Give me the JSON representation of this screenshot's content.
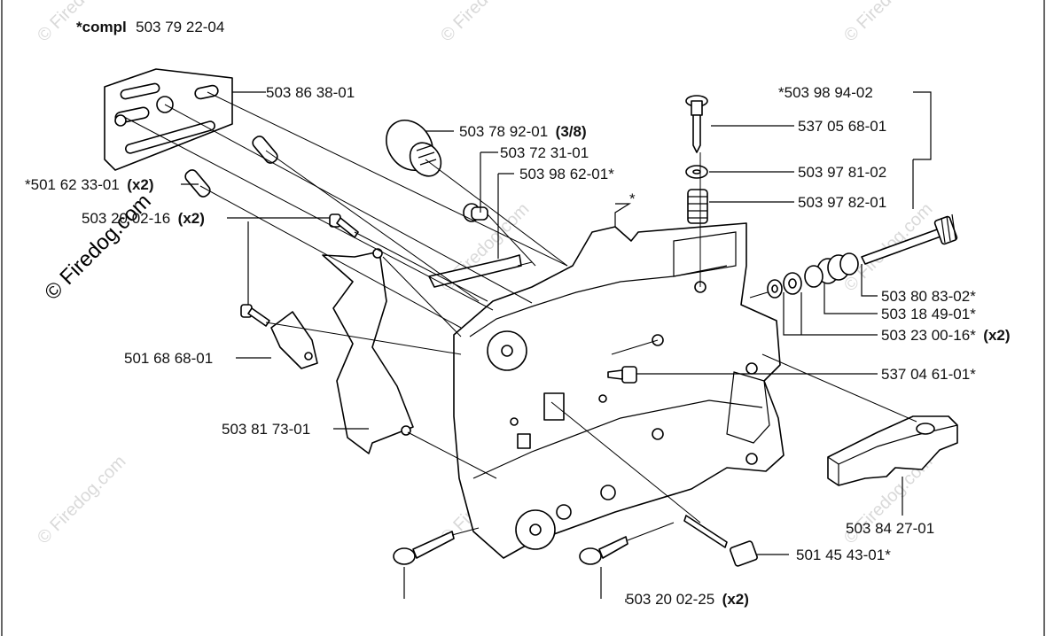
{
  "title": {
    "prefix": "*compl",
    "number": "503 79 22-04"
  },
  "watermark": "© Firedog.com",
  "labels": [
    {
      "id": "bar-plate",
      "number": "503 86 38-01",
      "qty": ""
    },
    {
      "id": "chain-tensioner-knob",
      "number": "503 78 92-01",
      "qty": "(3/8)"
    },
    {
      "id": "guide-pin",
      "number": "503 72 31-01",
      "qty": ""
    },
    {
      "id": "guide-slide",
      "number": "503 98 62-01*",
      "qty": ""
    },
    {
      "id": "star-mark",
      "number": "*",
      "qty": ""
    },
    {
      "id": "spacer-sleeve",
      "number": "*501 62 33-01",
      "qty": "(x2)"
    },
    {
      "id": "screw-16",
      "number": "503 20 02-16",
      "qty": "(x2)"
    },
    {
      "id": "clamp",
      "number": "501 68 68-01",
      "qty": ""
    },
    {
      "id": "gasket",
      "number": "503 81 73-01",
      "qty": ""
    },
    {
      "id": "oil-pump-kit",
      "number": "*503 98 94-02",
      "qty": ""
    },
    {
      "id": "adjuster-screw",
      "number": "537 05 68-01",
      "qty": ""
    },
    {
      "id": "washer-81",
      "number": "503 97 81-02",
      "qty": ""
    },
    {
      "id": "spring-82",
      "number": "503 97 82-01",
      "qty": ""
    },
    {
      "id": "pump-shaft",
      "number": "503 80 83-02*",
      "qty": ""
    },
    {
      "id": "spring-49",
      "number": "503 18 49-01*",
      "qty": ""
    },
    {
      "id": "washer-00-16",
      "number": "503 23 00-16*",
      "qty": "(x2)"
    },
    {
      "id": "nipple",
      "number": "537 04 61-01*",
      "qty": ""
    },
    {
      "id": "filter-block",
      "number": "503 84 27-01",
      "qty": ""
    },
    {
      "id": "bolt-45",
      "number": "501 45 43-01*",
      "qty": ""
    },
    {
      "id": "screw-25",
      "number": "503 20 02-25",
      "qty": "(x2)"
    }
  ]
}
